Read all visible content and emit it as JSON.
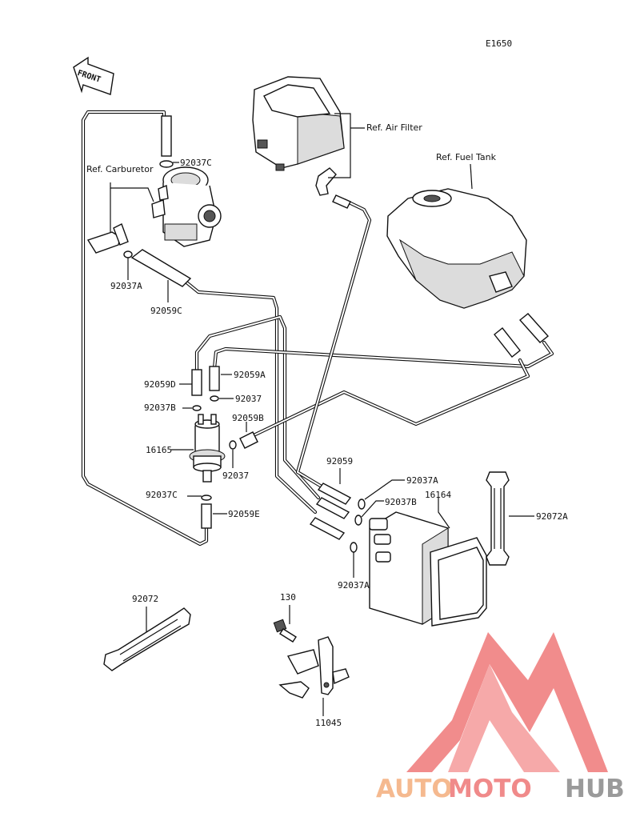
{
  "diagram": {
    "code": "E1650",
    "front_arrow": "FRONT",
    "references": {
      "air_filter": "Ref. Air Filter",
      "fuel_tank": "Ref. Fuel Tank",
      "carburetor": "Ref. Carburetor"
    },
    "parts": {
      "p92037C_top": "92037C",
      "p92037A_left": "92037A",
      "p92059C": "92059C",
      "p92059D": "92059D",
      "p92059A": "92059A",
      "p92037_upper": "92037",
      "p92037B_left": "92037B",
      "p92059B": "92059B",
      "p16165": "16165",
      "p92037_lower": "92037",
      "p92037C_lower": "92037C",
      "p92059E": "92059E",
      "p92059": "92059",
      "p92037A_right": "92037A",
      "p92037B_right": "92037B",
      "p16164": "16164",
      "p92072A": "92072A",
      "p92037A_bottom": "92037A",
      "p92072": "92072",
      "p130": "130",
      "p11045": "11045"
    }
  },
  "watermark": {
    "part1": "AUTO",
    "part2": "MOTO",
    "part3": "HUB",
    "color_light": "#f5b98f",
    "color_mid": "#f08a8a",
    "color_dark": "#9a9a9a",
    "logo_color": "#f08080"
  }
}
